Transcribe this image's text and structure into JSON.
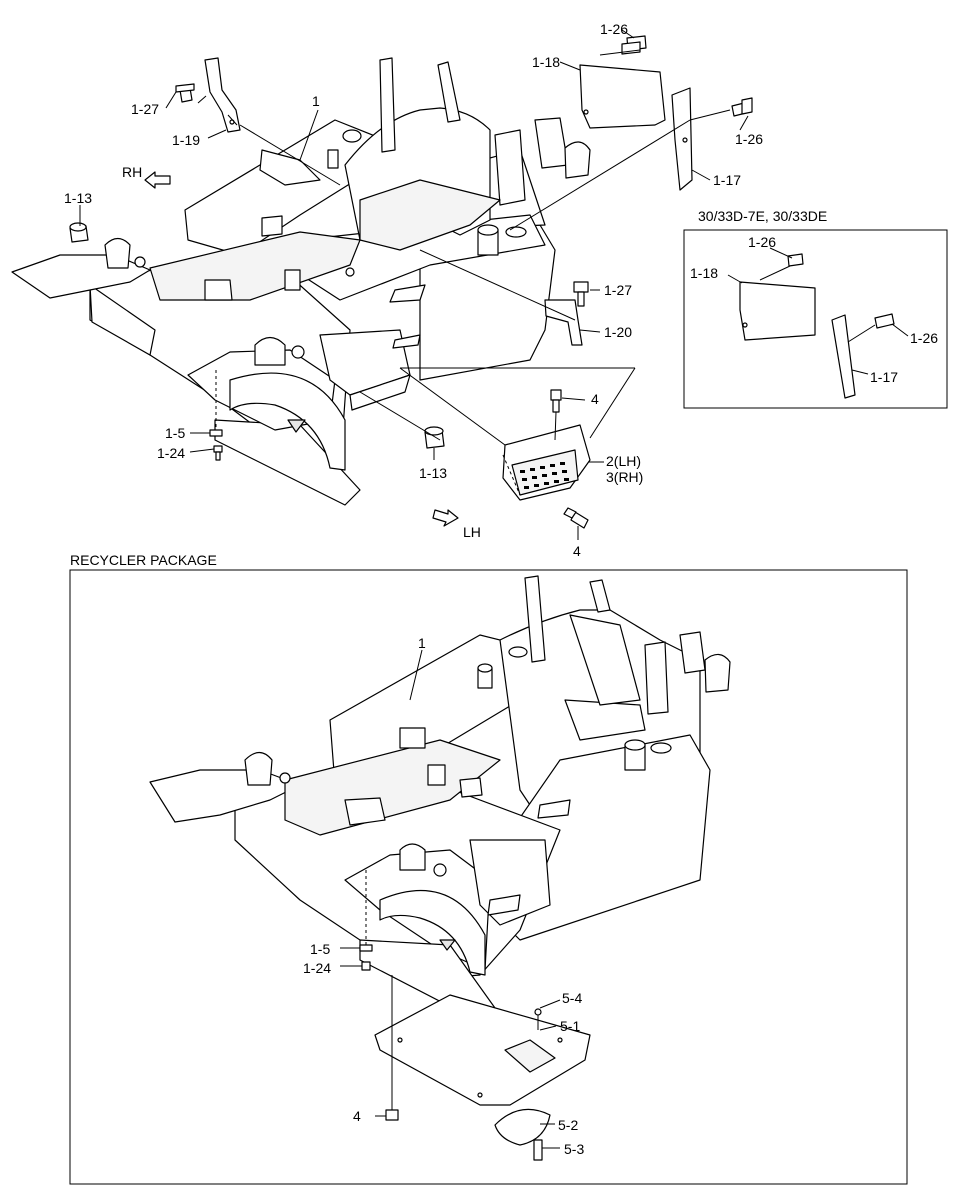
{
  "diagram_title": "",
  "labels": {
    "frame": "1",
    "rh": "RH",
    "lh": "LH",
    "p1_26_top": "1-26",
    "p1_18_top": "1-18",
    "p1_27_top": "1-27",
    "p1_19": "1-19",
    "p1_26_right": "1-26",
    "p1_17": "1-17",
    "p1_13_left": "1-13",
    "p1_27_mid": "1-27",
    "p1_20": "1-20",
    "p4_top": "4",
    "p2_lh": "2(LH)",
    "p3_rh": "3(RH)",
    "p1_5_top": "1-5",
    "p1_24_top": "1-24",
    "p1_13_mid": "1-13",
    "p4_bottom_top": "4"
  },
  "inset": {
    "title": "30/33D-7E, 30/33DE",
    "p1_26_a": "1-26",
    "p1_18": "1-18",
    "p1_26_b": "1-26",
    "p1_17": "1-17"
  },
  "recycler": {
    "title": "RECYCLER PACKAGE",
    "frame": "1",
    "p1_5": "1-5",
    "p1_24": "1-24",
    "p5_4": "5-4",
    "p5_1": "5-1",
    "p4": "4",
    "p5_2": "5-2",
    "p5_3": "5-3"
  }
}
